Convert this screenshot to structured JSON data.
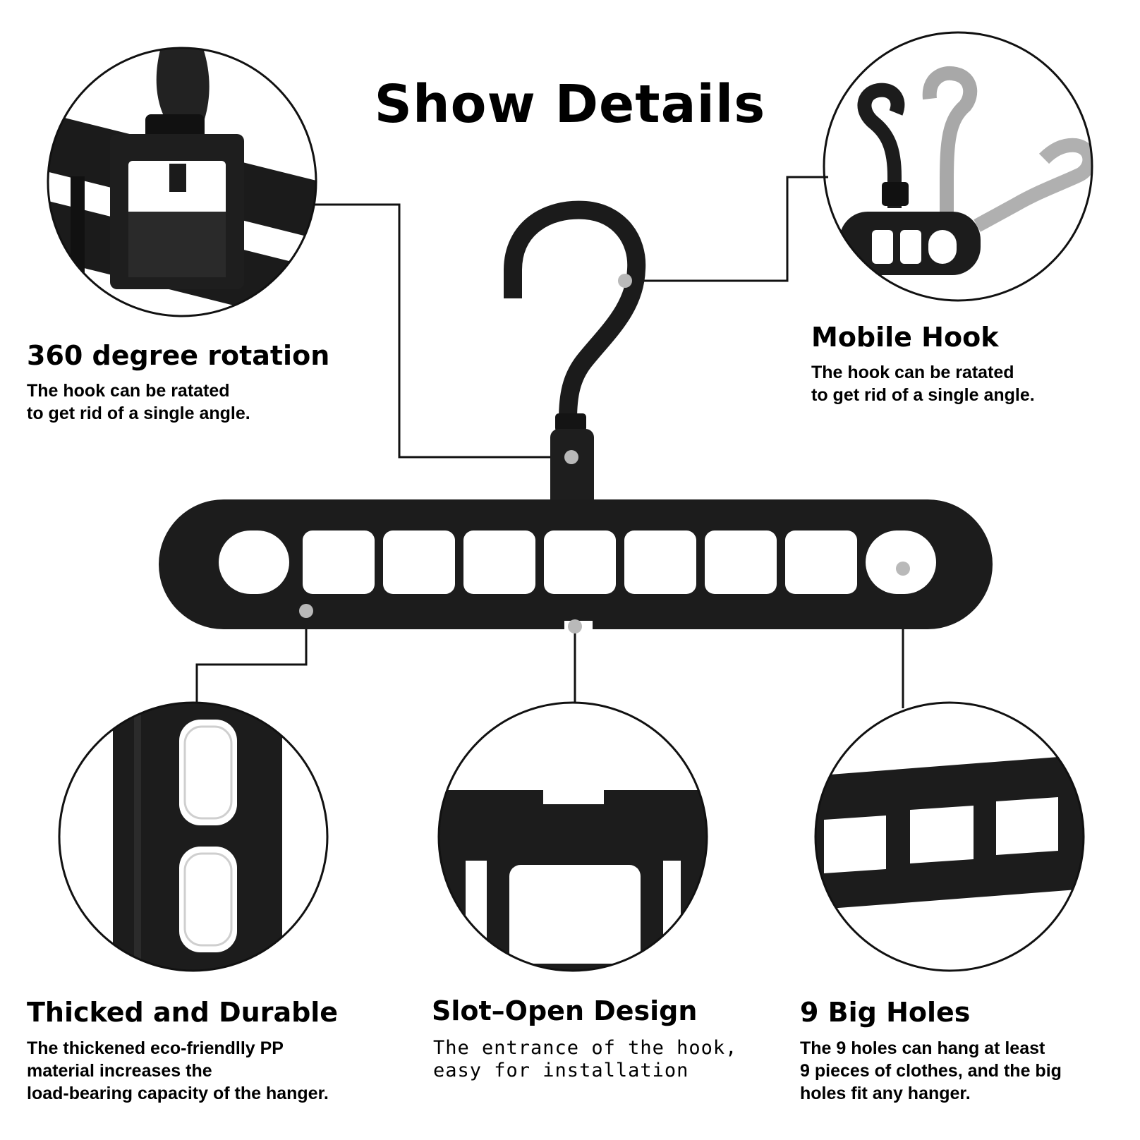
{
  "title": "Show Details",
  "features": {
    "rotation": {
      "heading": "360 degree rotation",
      "lines": [
        "The hook can be ratated",
        "to get rid of a single angle."
      ]
    },
    "mobile_hook": {
      "heading": "Mobile Hook",
      "lines": [
        "The hook can be ratated",
        "to get rid of a single angle."
      ]
    },
    "durable": {
      "heading": "Thicked and Durable",
      "lines": [
        "The thickened eco-friendlly PP",
        "material increases the",
        "load-bearing capacity of the hanger."
      ]
    },
    "slot": {
      "heading": "Slot–Open Design",
      "lines": [
        "The entrance of the hook,",
        "easy for installation"
      ]
    },
    "holes": {
      "heading": "9 Big Holes",
      "lines": [
        "The 9 holes can hang at least",
        "9 pieces of clothes, and the big",
        "holes fit any hanger."
      ]
    }
  },
  "colors": {
    "product": "#1c1c1c",
    "callout_dot": "#b9b9b9",
    "ghost_hook": "#a8a8a8"
  }
}
